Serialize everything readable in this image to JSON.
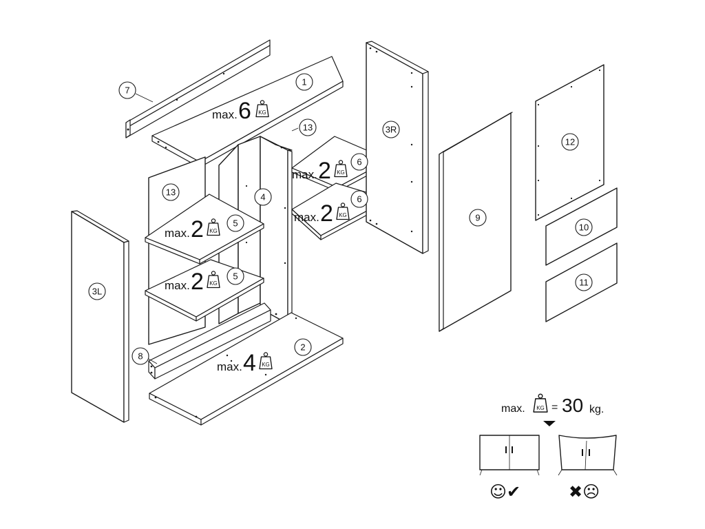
{
  "parts": [
    {
      "id": "p1",
      "label": "1"
    },
    {
      "id": "p2",
      "label": "2"
    },
    {
      "id": "p3L",
      "label": "3L"
    },
    {
      "id": "p3R",
      "label": "3R"
    },
    {
      "id": "p4",
      "label": "4"
    },
    {
      "id": "p5a",
      "label": "5"
    },
    {
      "id": "p5b",
      "label": "5"
    },
    {
      "id": "p6a",
      "label": "6"
    },
    {
      "id": "p6b",
      "label": "6"
    },
    {
      "id": "p7",
      "label": "7"
    },
    {
      "id": "p8",
      "label": "8"
    },
    {
      "id": "p9",
      "label": "9"
    },
    {
      "id": "p10",
      "label": "10"
    },
    {
      "id": "p11",
      "label": "11"
    },
    {
      "id": "p12",
      "label": "12"
    },
    {
      "id": "p13a",
      "label": "13"
    },
    {
      "id": "p13b",
      "label": "13"
    }
  ],
  "load_limits": {
    "top": {
      "prefix": "max.",
      "value": "6"
    },
    "shelf6_upper": {
      "prefix": "max.",
      "value": "2"
    },
    "shelf6_lower": {
      "prefix": "max.",
      "value": "2"
    },
    "shelf5_upper": {
      "prefix": "max.",
      "value": "2"
    },
    "shelf5_lower": {
      "prefix": "max.",
      "value": "2"
    },
    "bottom": {
      "prefix": "max.",
      "value": "4"
    }
  },
  "weight_icon_label": "KG",
  "legend": {
    "prefix": "max.",
    "equals": "=",
    "value": "30",
    "unit": "kg."
  },
  "outcomes": {
    "ok_symbols": "☺✔",
    "bad_symbols": "✖☹"
  }
}
